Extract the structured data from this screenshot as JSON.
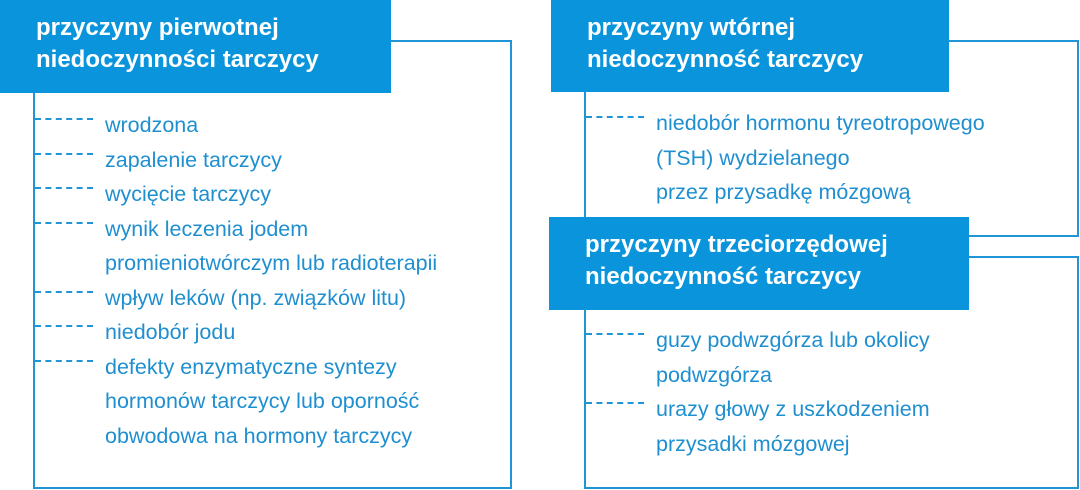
{
  "colors": {
    "accent": "#0a94dc",
    "border": "#1f95d6",
    "text": "#1f8fd0",
    "header_text": "#ffffff"
  },
  "primary": {
    "title_lines": [
      "przyczyny pierwotnej",
      "niedoczynności tarczycy"
    ],
    "items": [
      {
        "lines": [
          "wrodzona"
        ]
      },
      {
        "lines": [
          "zapalenie tarczycy"
        ]
      },
      {
        "lines": [
          "wycięcie tarczycy"
        ]
      },
      {
        "lines": [
          "wynik leczenia jodem",
          "promieniotwórczym lub radioterapii"
        ]
      },
      {
        "lines": [
          "wpływ leków (np. związków litu)"
        ]
      },
      {
        "lines": [
          "niedobór jodu"
        ]
      },
      {
        "lines": [
          "defekty enzymatyczne syntezy",
          "hormonów tarczycy lub oporność",
          "obwodowa na hormony tarczycy"
        ]
      }
    ]
  },
  "secondary": {
    "title_lines": [
      "przyczyny wtórnej",
      "niedoczynność tarczycy"
    ],
    "items": [
      {
        "lines": [
          "niedobór hormonu tyreotropowego",
          "(TSH) wydzielanego",
          "przez przysadkę mózgową"
        ]
      }
    ]
  },
  "tertiary": {
    "title_lines": [
      "przyczyny trzeciorzędowej",
      "niedoczynność tarczycy"
    ],
    "items": [
      {
        "lines": [
          "guzy podwzgórza lub okolicy",
          "podwzgórza"
        ]
      },
      {
        "lines": [
          "urazy głowy z uszkodzeniem",
          "przysadki mózgowej"
        ]
      }
    ]
  }
}
